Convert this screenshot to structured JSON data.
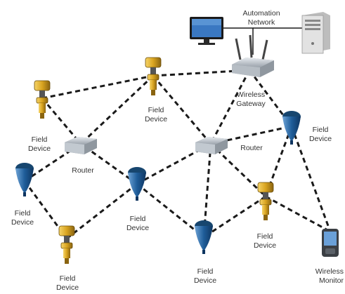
{
  "labels": {
    "automation_network": [
      "Automation",
      "Network"
    ],
    "wireless_gateway": [
      "Wireless",
      "Gateway"
    ],
    "router_left": "Router",
    "router_right": "Router",
    "field_device": [
      "Field",
      "Device"
    ],
    "wireless_monitor": [
      "Wireless",
      "Monitor"
    ]
  },
  "colors": {
    "link": "#1a1a1a",
    "blue_device": "#1f5d99",
    "yellow_device": "#d9a420",
    "router_body": "#c9cfd6",
    "server_body": "#d8d8d8",
    "monitor_screen": "#3a78c2"
  }
}
